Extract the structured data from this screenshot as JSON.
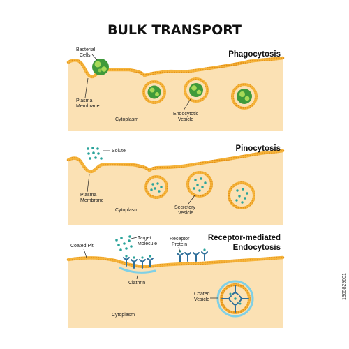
{
  "title": "BULK TRANSPORT",
  "colors": {
    "cytoplasm": "#fbe1b4",
    "membrane_fill": "#f6b53c",
    "membrane_dot": "#e28f16",
    "bacteria_dark": "#3f9a3a",
    "bacteria_light": "#a7d957",
    "solute": "#2aa39a",
    "receptor": "#2f6f9a",
    "clathrin": "#7fd0e6",
    "text": "#222222"
  },
  "panels": {
    "phagocytosis": {
      "heading": "Phagocytosis",
      "labels": {
        "bacterial": "Bacterial",
        "cells": "Cells",
        "plasma": "Plasma",
        "membrane": "Membrane",
        "cytoplasm": "Cytoplasm",
        "endocytotic": "Endocytotic",
        "vesicle": "Vesicle"
      }
    },
    "pinocytosis": {
      "heading": "Pinocytosis",
      "labels": {
        "solute": "Solute",
        "plasma": "Plasma",
        "membrane": "Membrane",
        "cytoplasm": "Cytoplasm",
        "secretory": "Secretory",
        "vesicle": "Vesicle"
      }
    },
    "receptor": {
      "heading_line1": "Receptor-mediated",
      "heading_line2": "Endocytosis",
      "labels": {
        "coated_pit": "Coated Pit",
        "target": "Target",
        "molecule": "Molecule",
        "receptor": "Receptor",
        "protein": "Protein",
        "clathrin": "Clathrin",
        "coated": "Coated",
        "vesicle": "Vesicle",
        "cytoplasm": "Cytoplasm"
      }
    }
  },
  "watermark": {
    "id": "1305829601"
  }
}
